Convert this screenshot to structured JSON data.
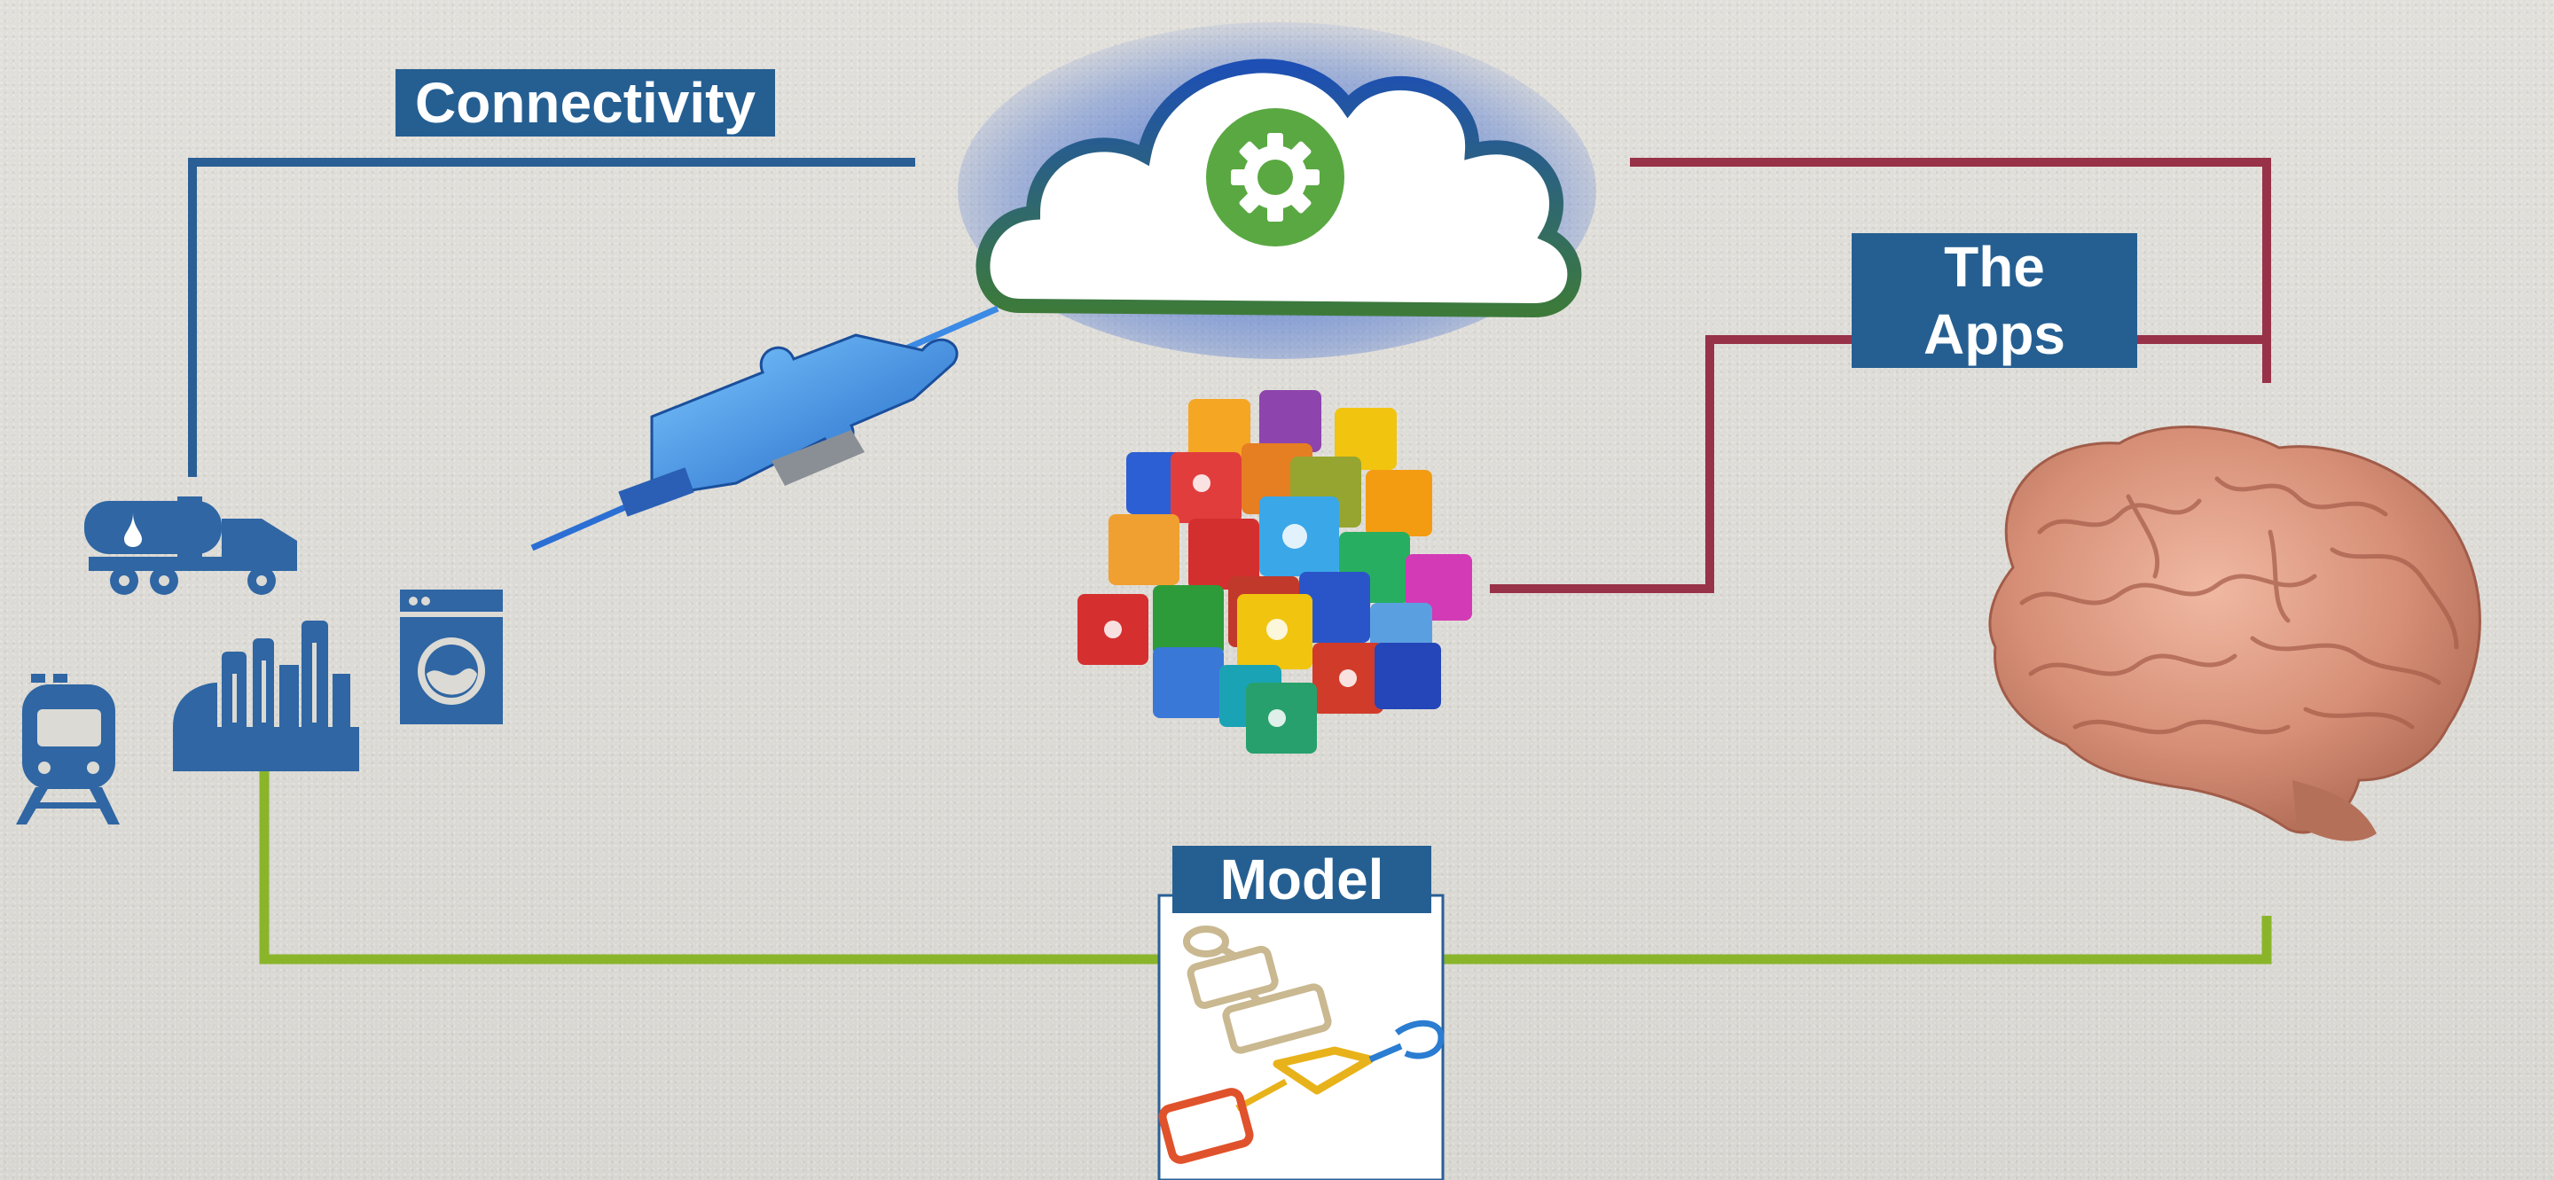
{
  "labels": {
    "connectivity": "Connectivity",
    "apps": "The Apps",
    "model": "Model"
  },
  "colors": {
    "connectivity_line": "#2a5f95",
    "apps_line": "#983249",
    "model_line": "#8ab52a",
    "label_bg": "#255f92",
    "icon_blue": "#2f66a3"
  },
  "icons": [
    "cloud-gear-icon",
    "puzzle-usb-icon",
    "app-cubes-icon",
    "fuel-truck-icon",
    "train-icon",
    "factory-icon",
    "washing-machine-icon",
    "brain-icon",
    "flowchart-icon"
  ]
}
